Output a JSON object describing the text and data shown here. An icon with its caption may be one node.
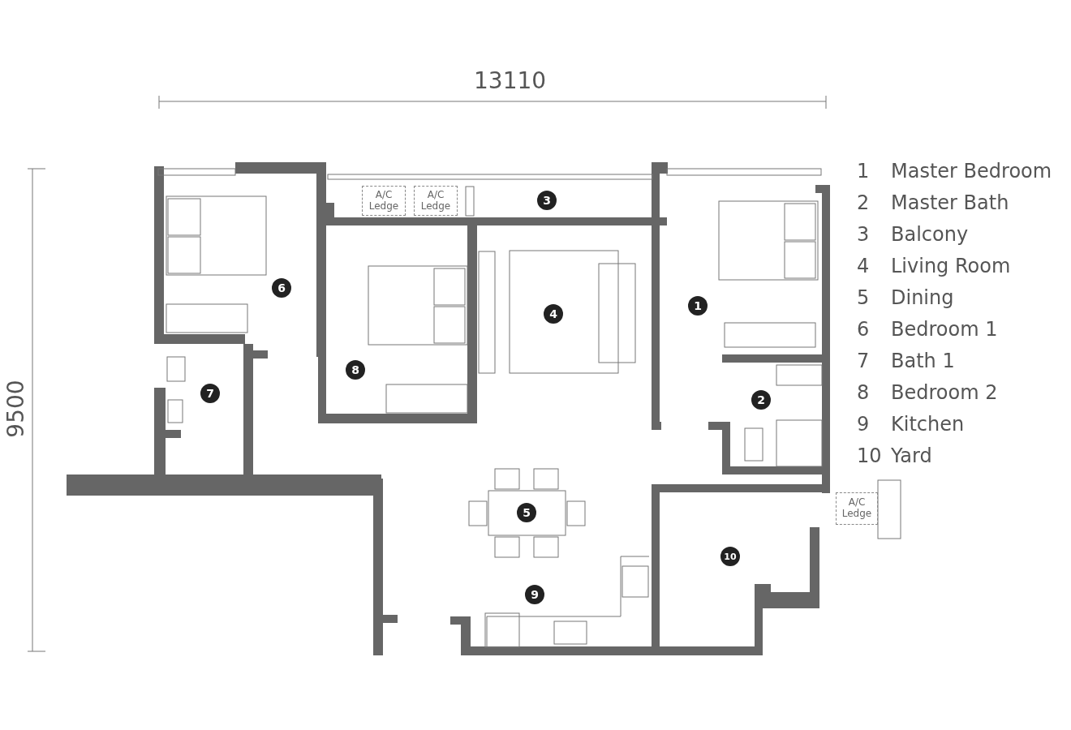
{
  "diagram": {
    "nodes": [
      {
        "text": [
          "A/C Ledge"
        ]
      },
      {
        "text": [
          "A/C Ledge"
        ]
      },
      {
        "text": [
          "3"
        ]
      },
      {
        "text": [
          "6"
        ]
      },
      {
        "text": [
          "1"
        ]
      },
      {
        "text": [
          "4"
        ]
      },
      {
        "text": [
          "8"
        ]
      },
      {
        "text": [
          "7"
        ]
      },
      {
        "text": [
          "2"
        ]
      },
      {
        "text": [
          "A/C Ledge"
        ]
      },
      {
        "text": [
          "5"
        ]
      },
      {
        "text": [
          "10"
        ]
      },
      {
        "text": [
          "9"
        ]
      }
    ],
    "labels": [
      "13110",
      "9500",
      "1",
      "Master Bedroom",
      "2",
      "Master Bath",
      "3",
      "Balcony",
      "4",
      "Living Room",
      "5",
      "Dining",
      "6",
      "Bedroom 1",
      "7",
      "Bath 1",
      "8",
      "Bedroom 2",
      "9",
      "Kitchen",
      "10",
      "Yard"
    ]
  }
}
